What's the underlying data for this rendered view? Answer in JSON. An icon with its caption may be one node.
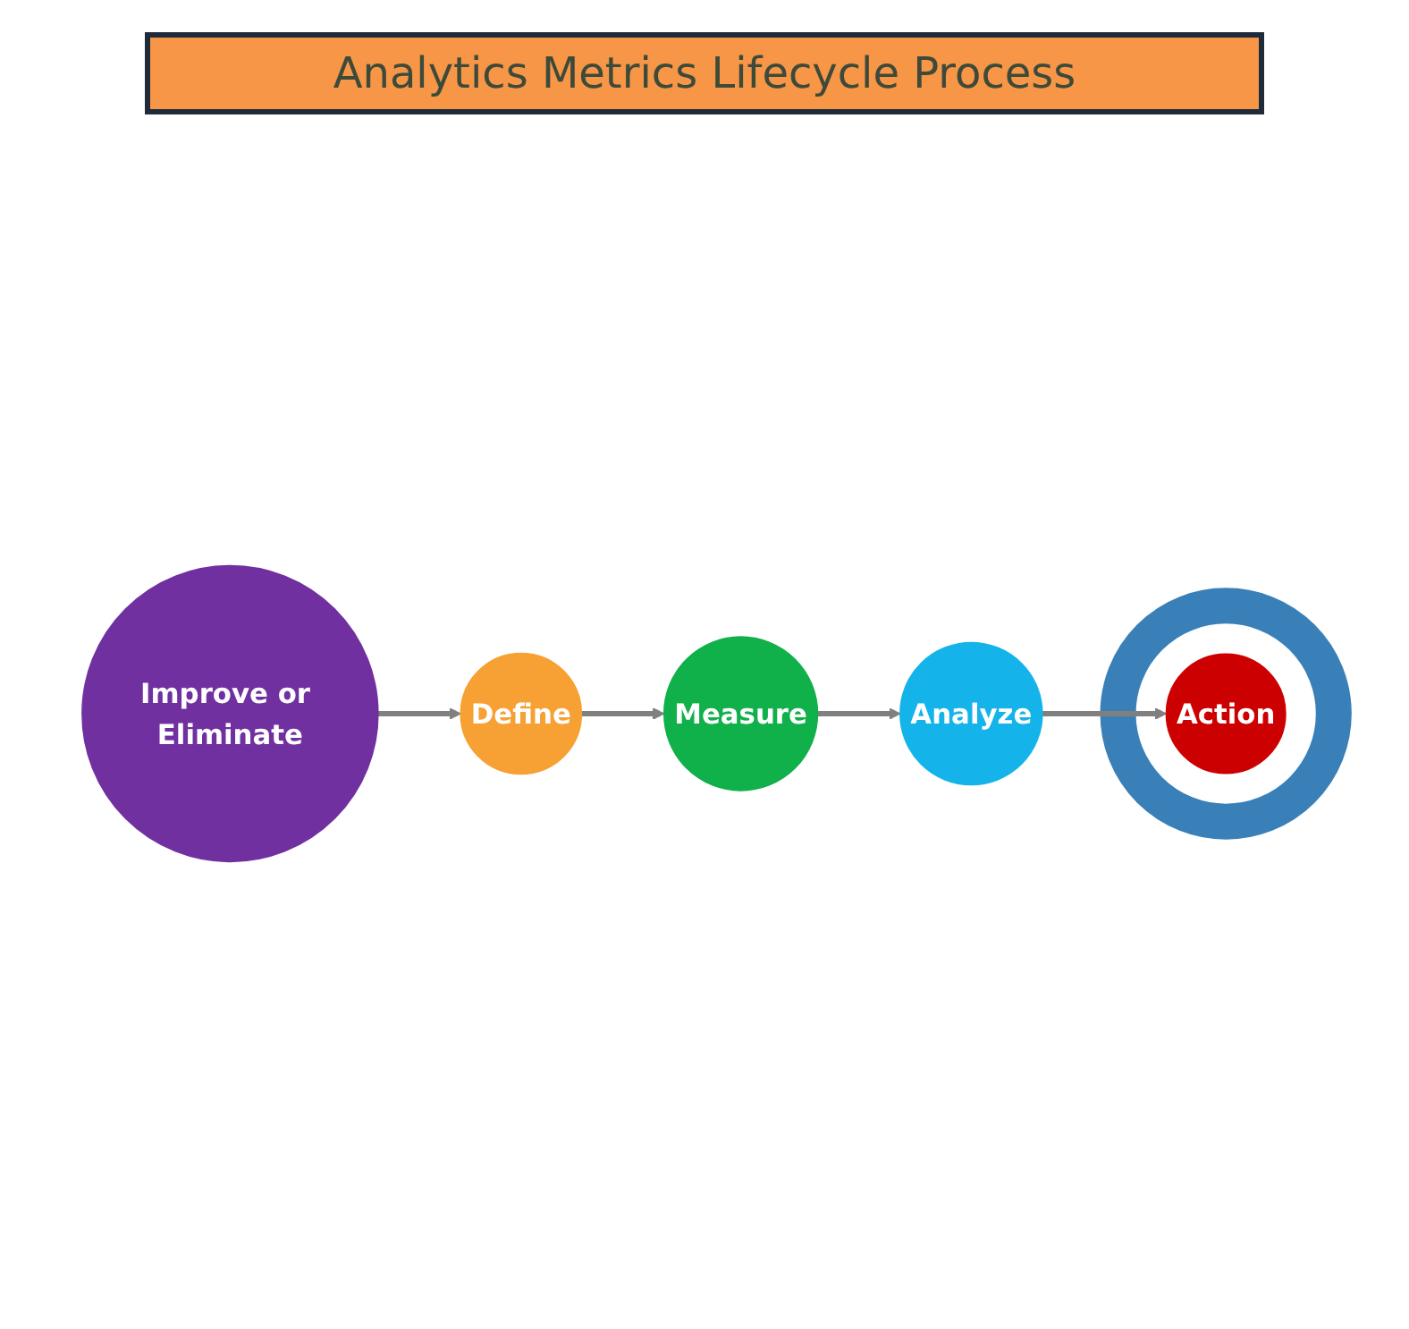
{
  "diagram": {
    "title": "Analytics Metrics Lifecycle Process",
    "nodes": [
      {
        "text": [
          "Define"
        ]
      },
      {
        "text": [
          "Measure"
        ]
      },
      {
        "text": [
          "Analyze"
        ]
      },
      {
        "text": [],
        "shape": "circle"
      },
      {
        "text": [
          "Action"
        ],
        "in": 3
      },
      {
        "text": [
          "Improve or Eliminate"
        ]
      }
    ],
    "edges": [
      {
        "from": 5,
        "to": 0,
        "arrow": "to"
      },
      {
        "from": 0,
        "to": 1,
        "arrow": "to"
      },
      {
        "from": 1,
        "to": 2,
        "arrow": "to"
      },
      {
        "from": 2,
        "to": 4,
        "arrow": "to"
      }
    ]
  }
}
